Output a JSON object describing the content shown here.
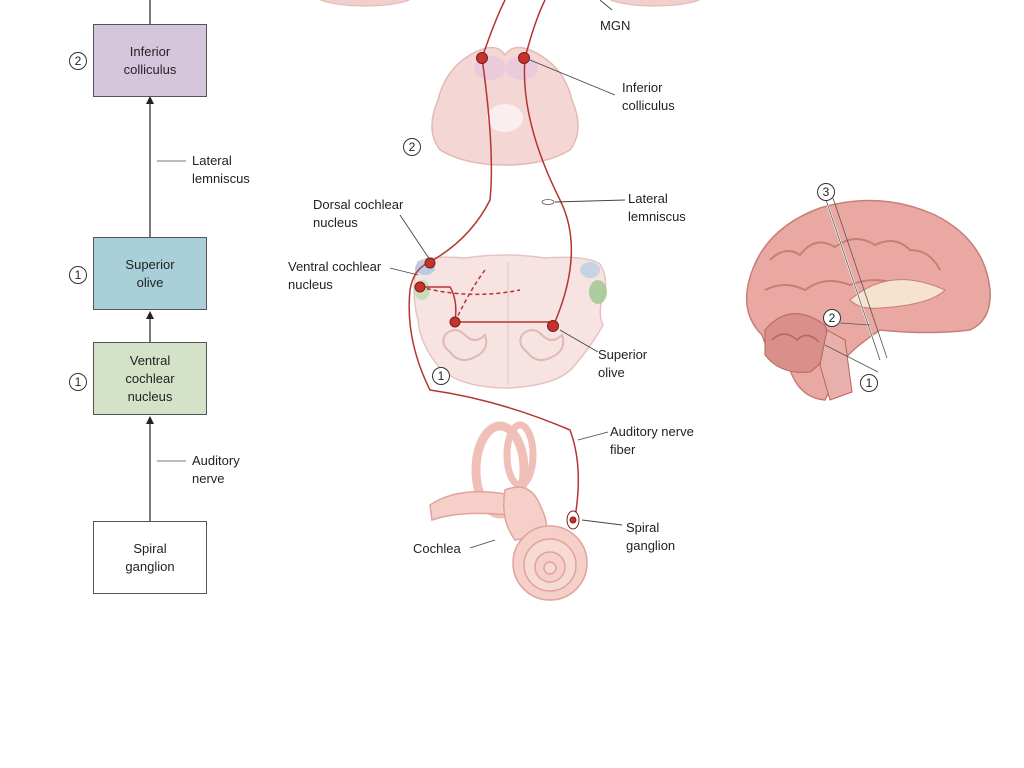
{
  "flowchart": {
    "boxes": {
      "inferior_colliculus": {
        "text": "Inferior\ncolliculus",
        "color": "#d6c6dc",
        "stage": "2"
      },
      "superior_olive": {
        "text": "Superior\nolive",
        "color": "#a9d0d8",
        "stage": "1"
      },
      "ventral_cochlear_nucleus": {
        "text": "Ventral\ncochlear\nnucleus",
        "color": "#d4e3c8",
        "stage": "1"
      },
      "spiral_ganglion": {
        "text": "Spiral\nganglion",
        "color": "#ffffff"
      }
    },
    "edge_labels": {
      "lateral_lemniscus": "Lateral\nlemniscus",
      "auditory_nerve": "Auditory\nnerve"
    }
  },
  "illustration": {
    "labels": {
      "mgn": "MGN",
      "inferior_colliculus": "Inferior\ncolliculus",
      "lateral_lemniscus": "Lateral\nlemniscus",
      "dorsal_cochlear_nucleus": "Dorsal cochlear\nnucleus",
      "ventral_cochlear_nucleus": "Ventral cochlear\nnucleus",
      "superior_olive": "Superior\nolive",
      "auditory_nerve_fiber": "Auditory nerve\nfiber",
      "spiral_ganglion": "Spiral\nganglion",
      "cochlea": "Cochlea"
    },
    "markers": {
      "midbrain": "2",
      "medulla": "1"
    }
  },
  "brain_inset": {
    "markers": {
      "top": "3",
      "middle": "2",
      "bottom": "1"
    }
  },
  "colors": {
    "pathway": "#b5362f",
    "tissue": "#f3d3d1",
    "brain": "#e9a8a2"
  }
}
